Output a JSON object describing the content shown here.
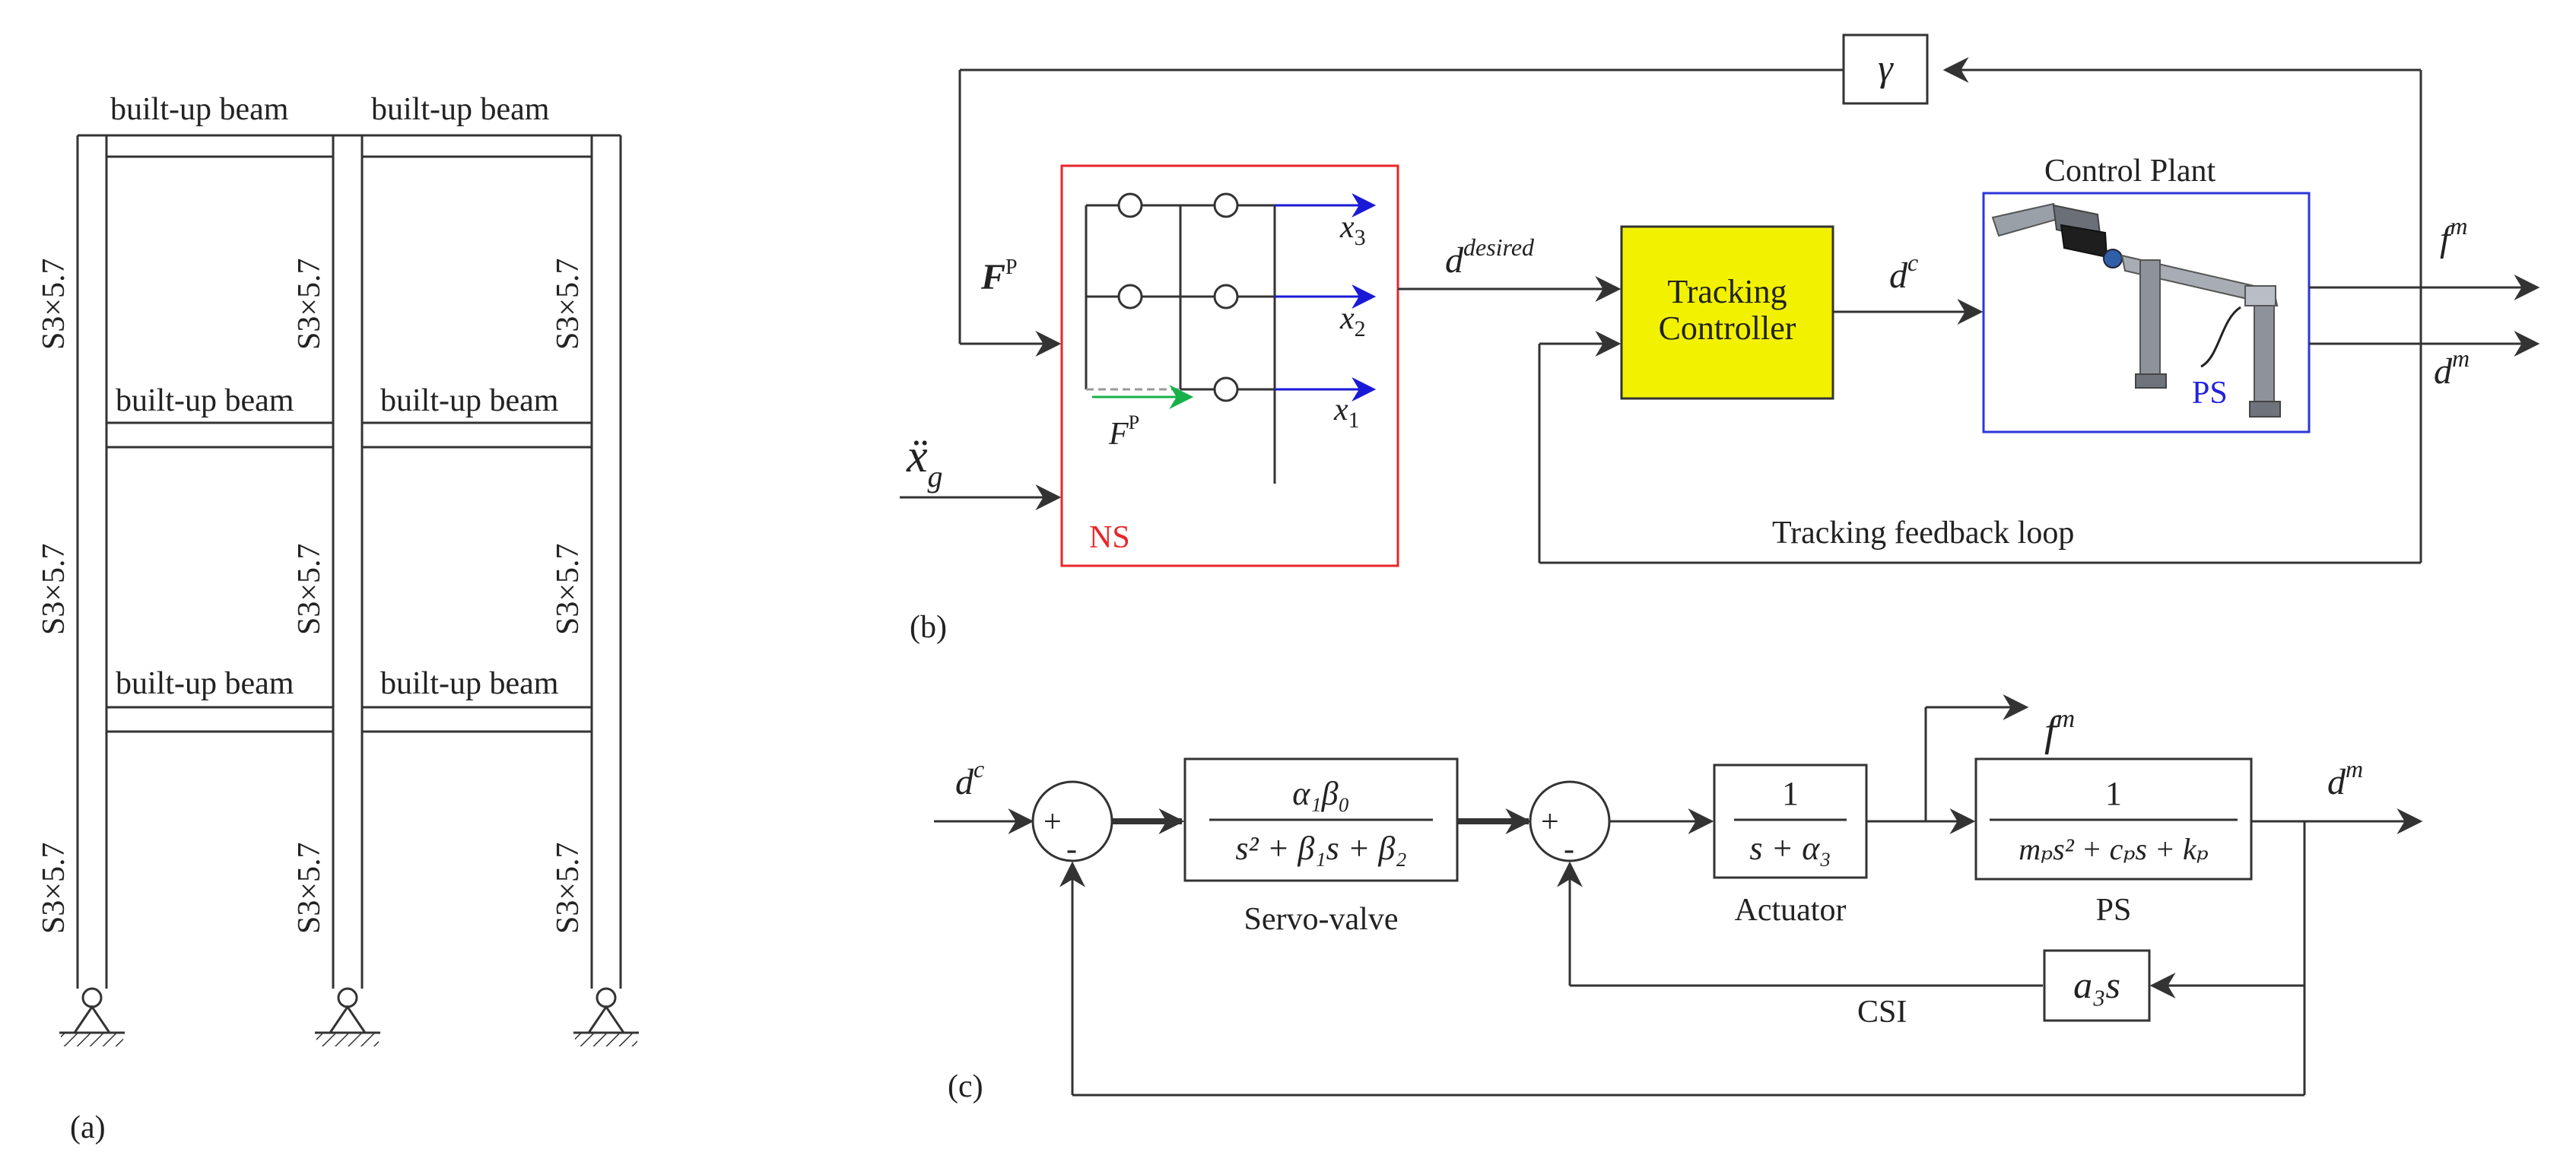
{
  "panel_a": {
    "caption": "(a)",
    "beam_label": "built-up beam",
    "column_label": "S3×5.7"
  },
  "panel_b": {
    "caption": "(b)",
    "gain": "γ",
    "fp_input": "F",
    "fp_sup": "P",
    "xg": "ẍ",
    "xg_sub": "g",
    "ns_label": "NS",
    "ns_force": "F",
    "ns_force_sup": "P",
    "x3": "x",
    "x3_sub": "3",
    "x2": "x",
    "x2_sub": "2",
    "x1": "x",
    "x1_sub": "1",
    "d_desired": "d",
    "d_desired_sup": "desired",
    "controller_line1": "Tracking",
    "controller_line2": "Controller",
    "dc": "d",
    "dc_sup": "c",
    "plant_title": "Control Plant",
    "ps_label": "PS",
    "fm": "f",
    "fm_sup": "m",
    "dm": "d",
    "dm_sup": "m",
    "loop_label": "Tracking feedback loop"
  },
  "panel_c": {
    "caption": "(c)",
    "dc": "d",
    "dc_sup": "c",
    "plus": "+",
    "minus": "-",
    "servo_num": "α₁β₀",
    "servo_den": "s² + β₁s + β₂",
    "servo_label": "Servo-valve",
    "act_num": "1",
    "act_den": "s + α₃",
    "act_label": "Actuator",
    "ps_num": "1",
    "ps_den": "mₚs² + cₚs + kₚ",
    "ps_label": "PS",
    "fm": "f",
    "fm_sup": "m",
    "dm": "d",
    "dm_sup": "m",
    "csi_gain": "a₃s",
    "csi_label": "CSI"
  },
  "colors": {
    "ns_box": "#e8262a",
    "plant_box": "#2b36d8",
    "controller_fill": "#f2f200",
    "arrow_blue": "#1a1ad6",
    "arrow_green": "#18b04a",
    "ps_text": "#2222dd"
  }
}
